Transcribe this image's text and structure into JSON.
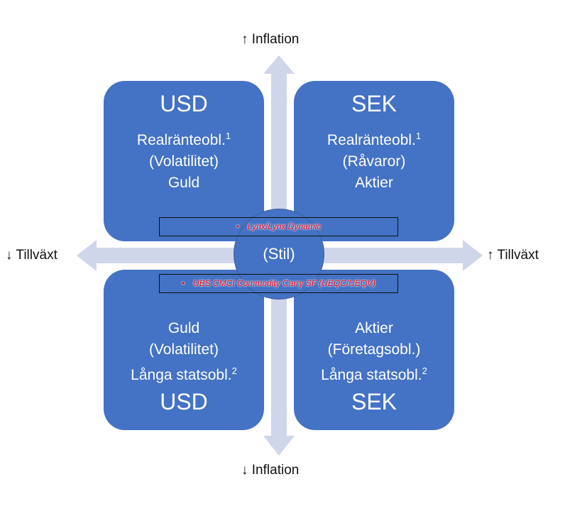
{
  "axes": {
    "top": "↑ Inflation",
    "bottom": "↓ Inflation",
    "left": "↓ Tillväxt",
    "right": "↑ Tillväxt"
  },
  "center": "(Stil)",
  "quadrants": {
    "top_left": {
      "currency": "USD",
      "lines": [
        "Realränteobl.",
        "(Volatilitet)",
        "Guld"
      ],
      "sup": "1"
    },
    "top_right": {
      "currency": "SEK",
      "lines": [
        "Realränteobl.",
        "(Råvaror)",
        "Aktier"
      ],
      "sup": "1"
    },
    "bottom_left": {
      "currency": "USD",
      "lines": [
        "Guld",
        "(Volatilitet)",
        "Långa statsobl."
      ],
      "sup": "2"
    },
    "bottom_right": {
      "currency": "SEK",
      "lines": [
        "Aktier",
        "(Företagsobl.)",
        "Långa statsobl."
      ],
      "sup": "2"
    }
  },
  "funds": [
    "Lynx/Lynx Dynamic",
    "UBS CMCI Commodity Carry SF (UEQC/UEQV)"
  ],
  "colors": {
    "box": "#4472c4",
    "arrow": "#d0d6ea",
    "fund_text": "#e0001a"
  }
}
